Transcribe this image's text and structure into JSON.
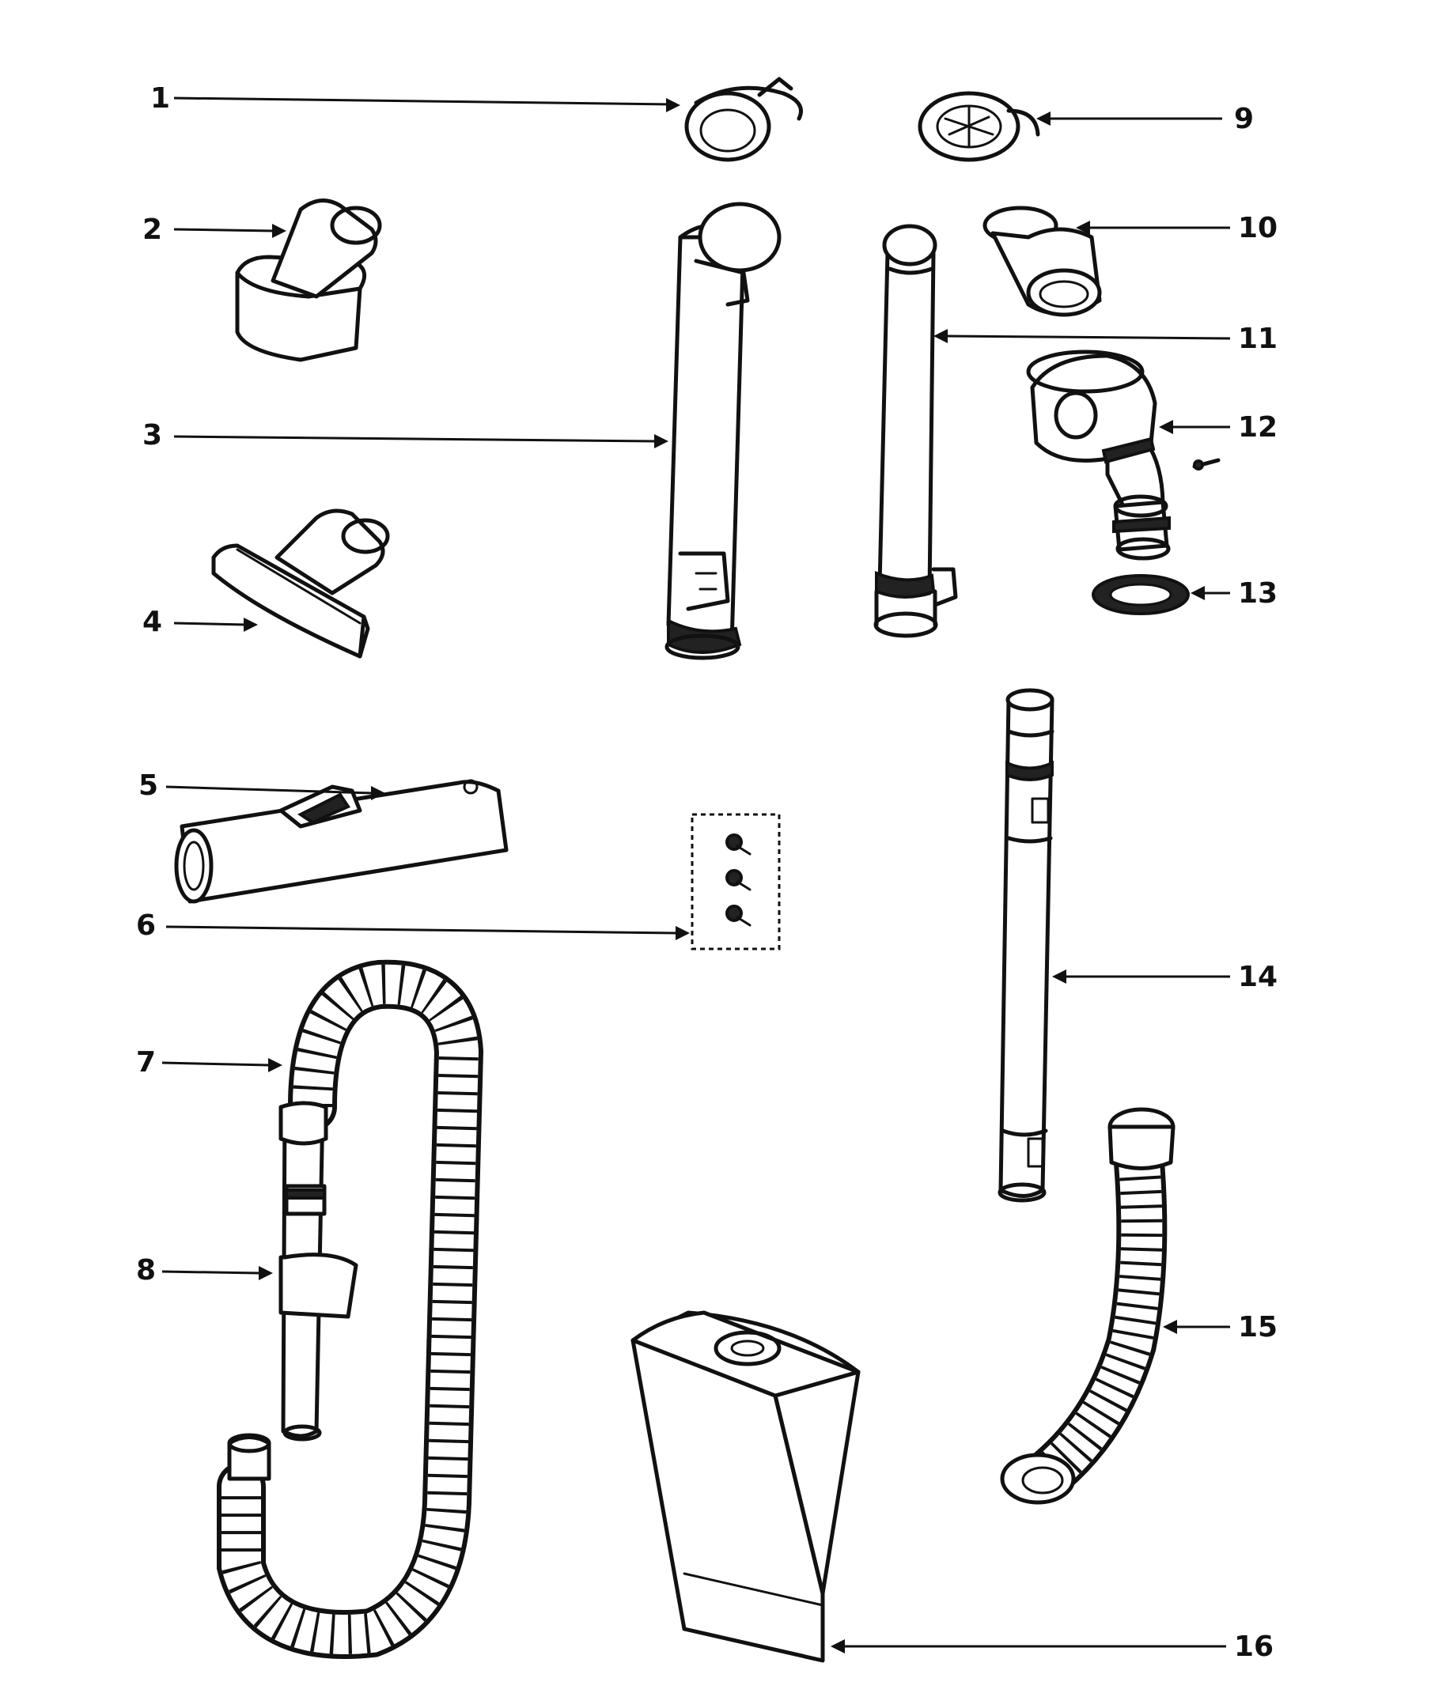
{
  "callouts": [
    {
      "id": "1",
      "label": "1"
    },
    {
      "id": "2",
      "label": "2"
    },
    {
      "id": "3",
      "label": "3"
    },
    {
      "id": "4",
      "label": "4"
    },
    {
      "id": "5",
      "label": "5"
    },
    {
      "id": "6",
      "label": "6"
    },
    {
      "id": "7",
      "label": "7"
    },
    {
      "id": "8",
      "label": "8"
    },
    {
      "id": "9",
      "label": "9"
    },
    {
      "id": "10",
      "label": "10"
    },
    {
      "id": "11",
      "label": "11"
    },
    {
      "id": "12",
      "label": "12"
    },
    {
      "id": "13",
      "label": "13"
    },
    {
      "id": "14",
      "label": "14"
    },
    {
      "id": "15",
      "label": "15"
    },
    {
      "id": "16",
      "label": "16"
    }
  ],
  "colors": {
    "background": "#ffffff",
    "ink": "#111111"
  }
}
